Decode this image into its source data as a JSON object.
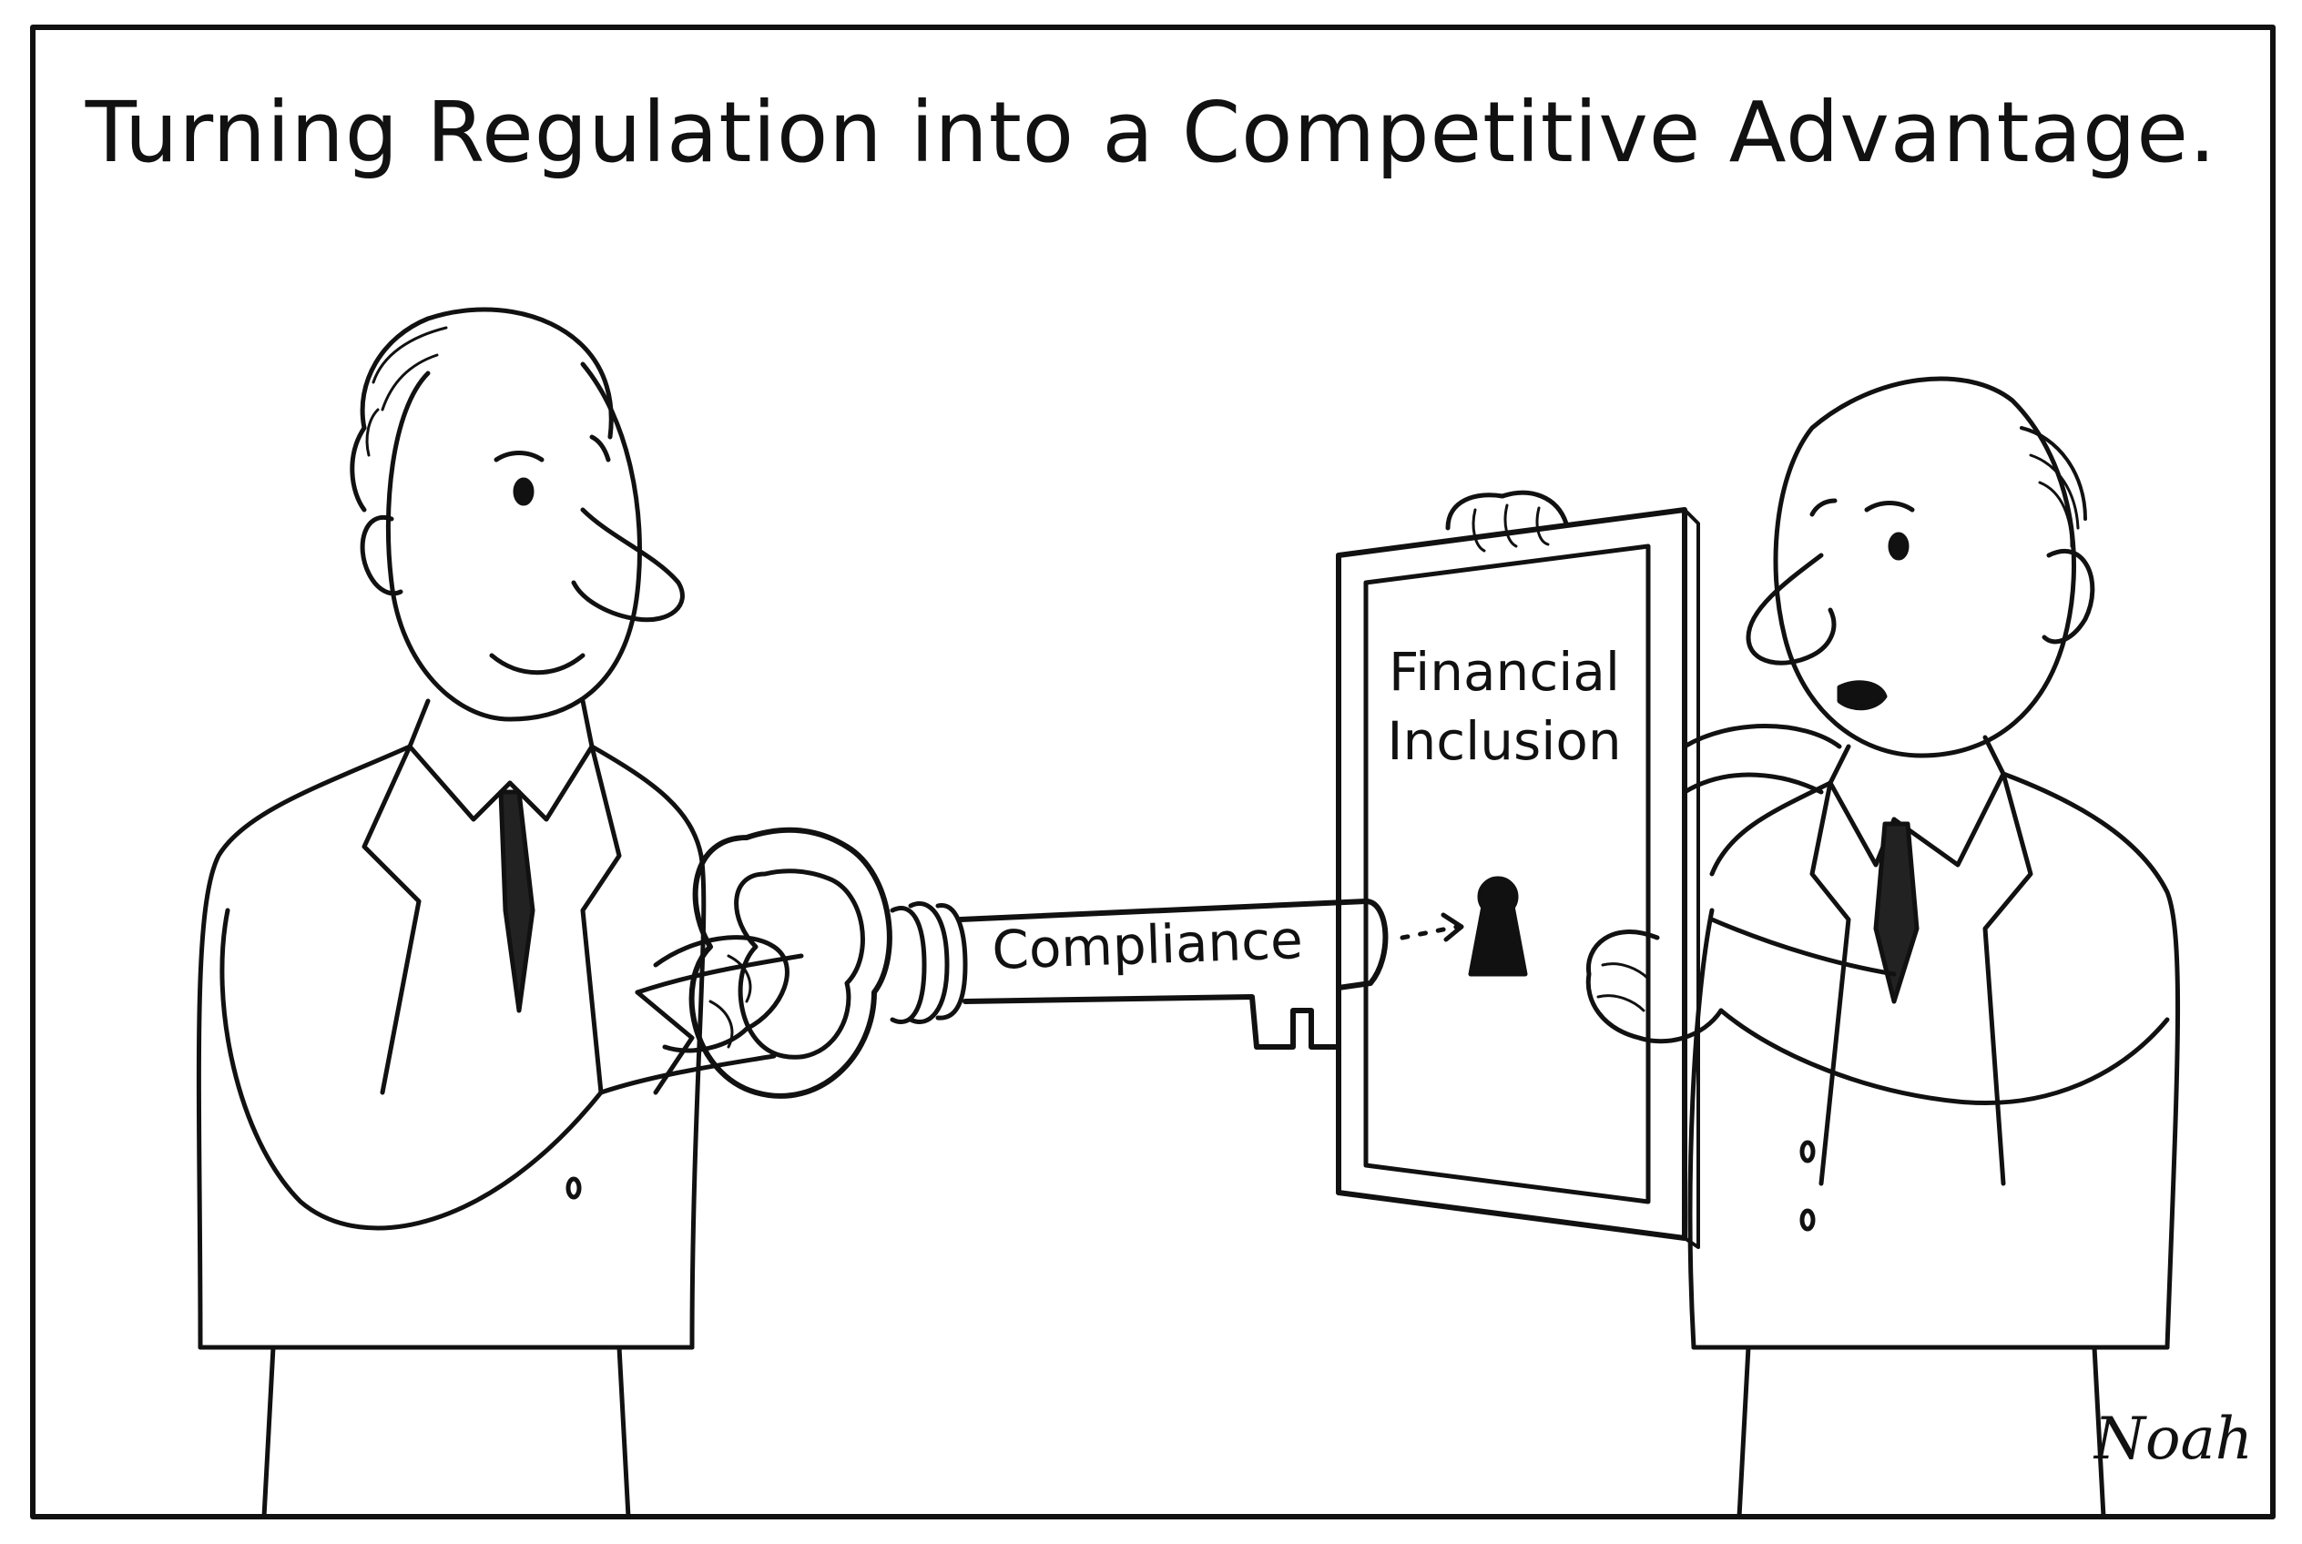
{
  "cartoon": {
    "caption": "Turning Regulation into a Competitive Advantage.",
    "key_label": "Compliance",
    "door_label_line1": "Financial",
    "door_label_line2": "Inclusion",
    "signature": "Noah"
  },
  "colors": {
    "ink": "#111111",
    "paper": "#ffffff"
  }
}
